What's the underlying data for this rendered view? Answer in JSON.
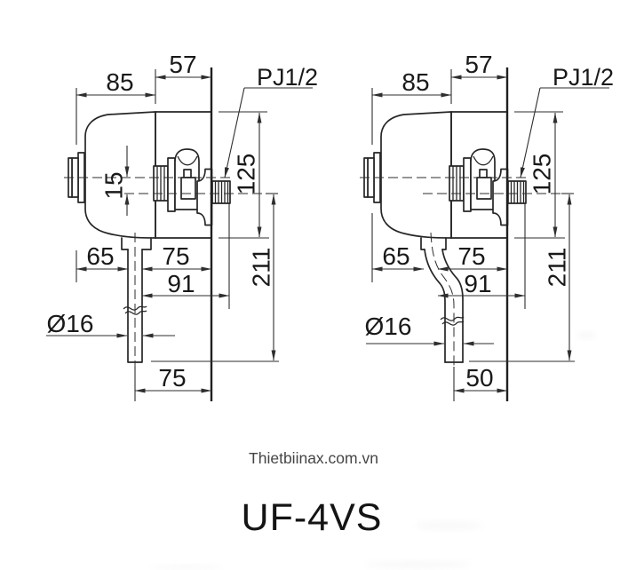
{
  "footer": {
    "watermark": "Thietbiinax.com.vn",
    "model": "UF-4VS"
  },
  "colors": {
    "line": "#262626",
    "text": "#191919",
    "background": "#ffffff"
  },
  "diagrams": [
    {
      "side": "left",
      "thread_label": "PJ1/2",
      "dims": {
        "wall_to_valve": "57",
        "body_depth": "85",
        "centers_offset": "15",
        "inlet_height": "125",
        "total_height": "211",
        "front_to_pipe": "65",
        "pipe_to_wall": "75",
        "pipe_to_thread": "91",
        "pipe_diameter": "Ø16",
        "outlet_to_wall": "75"
      }
    },
    {
      "side": "right",
      "thread_label": "PJ1/2",
      "dims": {
        "wall_to_valve": "57",
        "body_depth": "85",
        "inlet_height": "125",
        "total_height": "211",
        "front_to_pipe": "65",
        "pipe_to_wall": "75",
        "pipe_to_thread": "91",
        "pipe_diameter": "Ø16",
        "outlet_to_wall": "50"
      }
    }
  ]
}
